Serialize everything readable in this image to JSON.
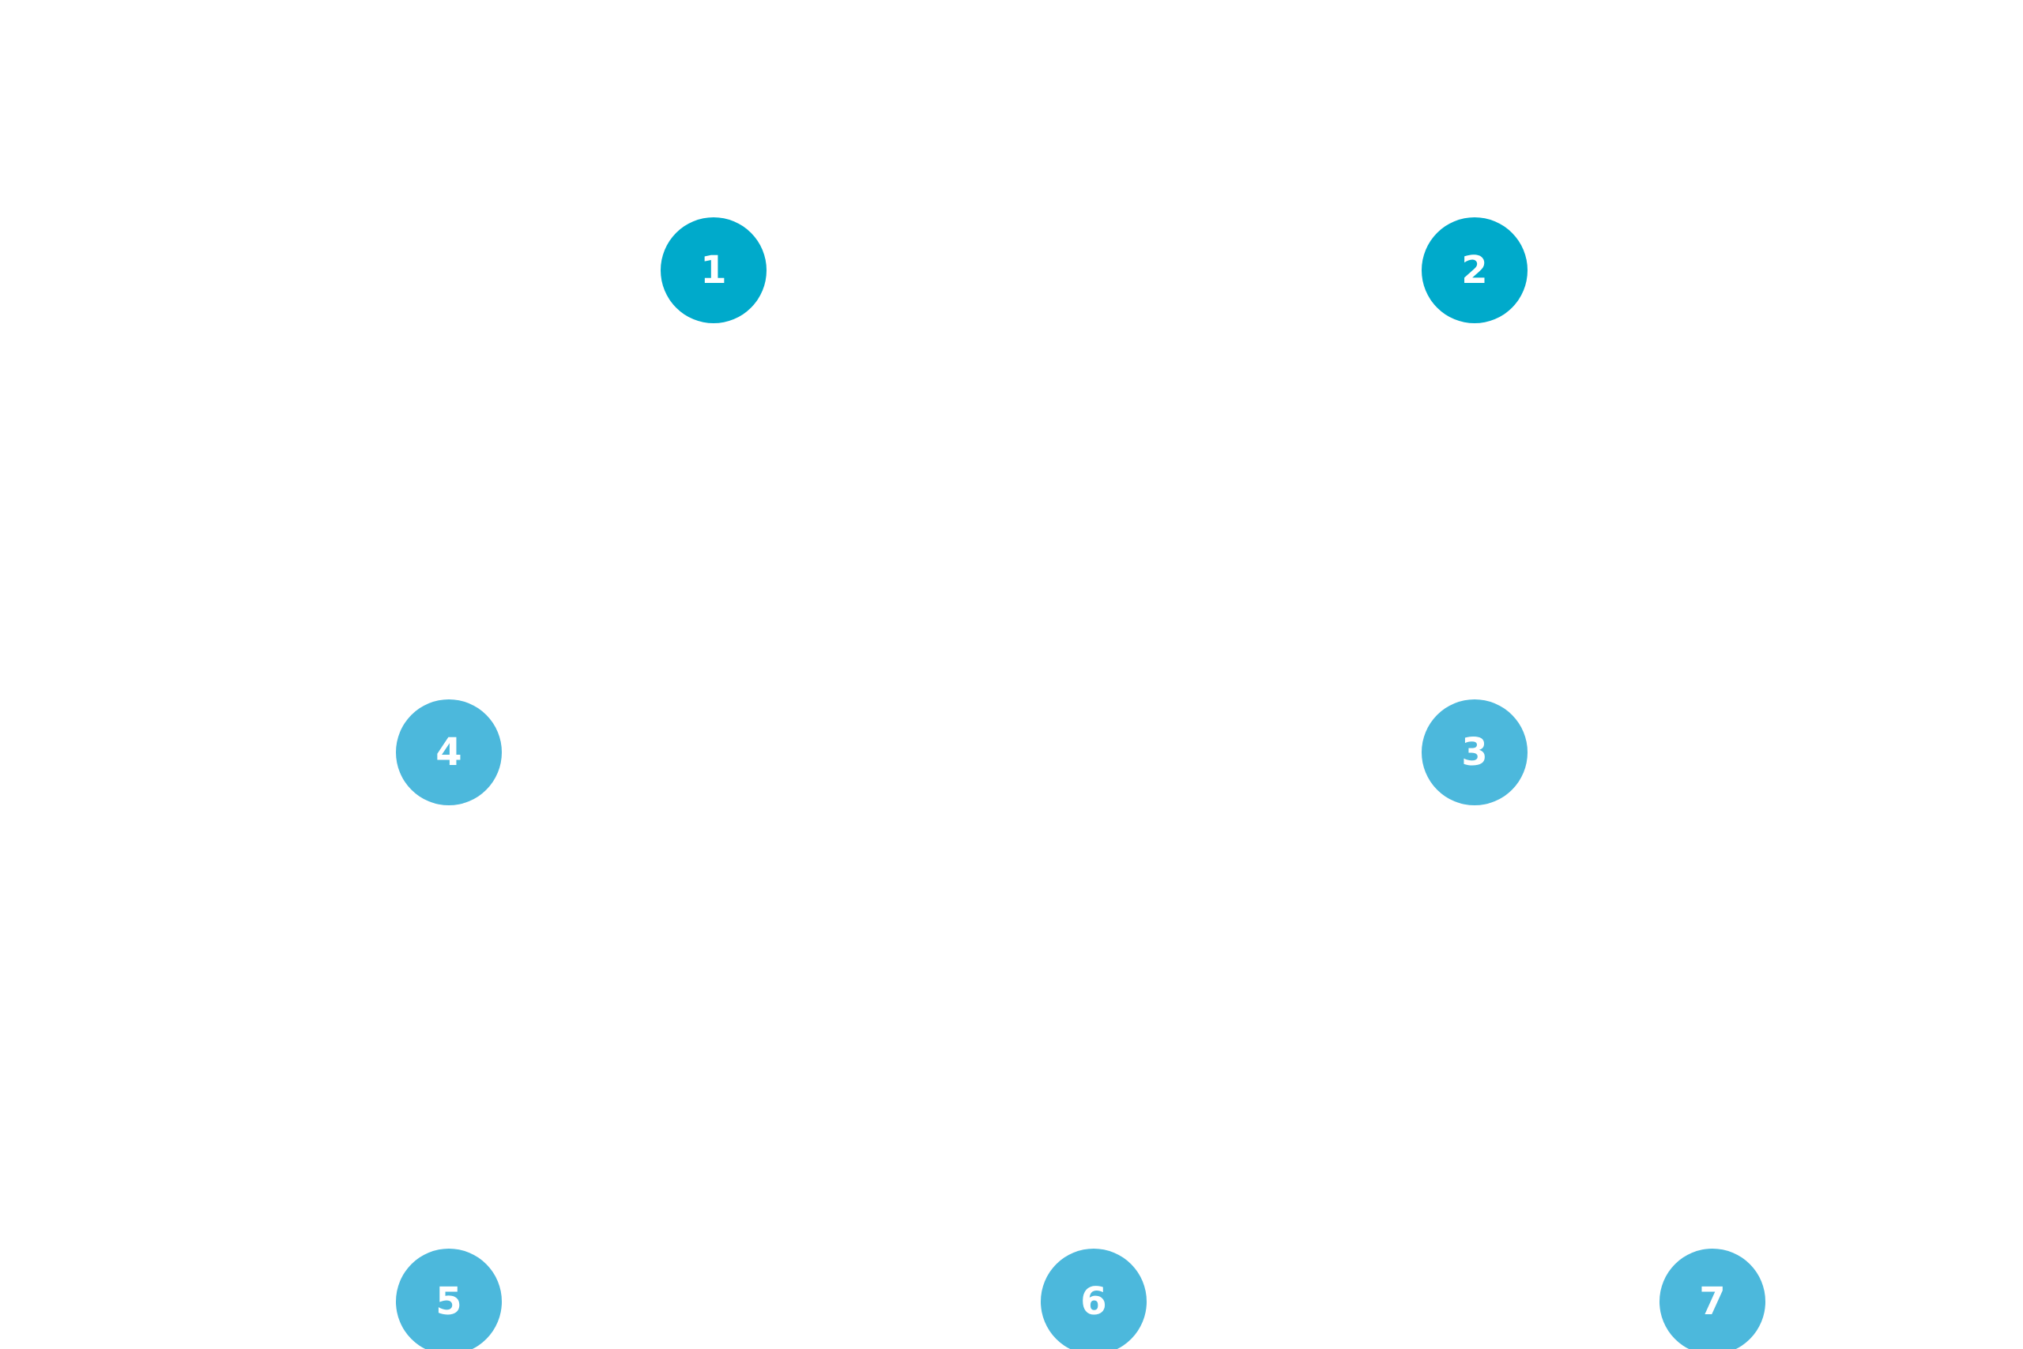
{
  "colors": {
    "background": "#ffffff",
    "marker_dark": "#00aacb",
    "marker_light": "#4cb8dc",
    "label": "#ffffff"
  },
  "markers": [
    {
      "label": "1",
      "tone": "dark"
    },
    {
      "label": "2",
      "tone": "dark"
    },
    {
      "label": "3",
      "tone": "light"
    },
    {
      "label": "4",
      "tone": "light"
    },
    {
      "label": "5",
      "tone": "light"
    },
    {
      "label": "6",
      "tone": "light"
    },
    {
      "label": "7",
      "tone": "light"
    }
  ]
}
